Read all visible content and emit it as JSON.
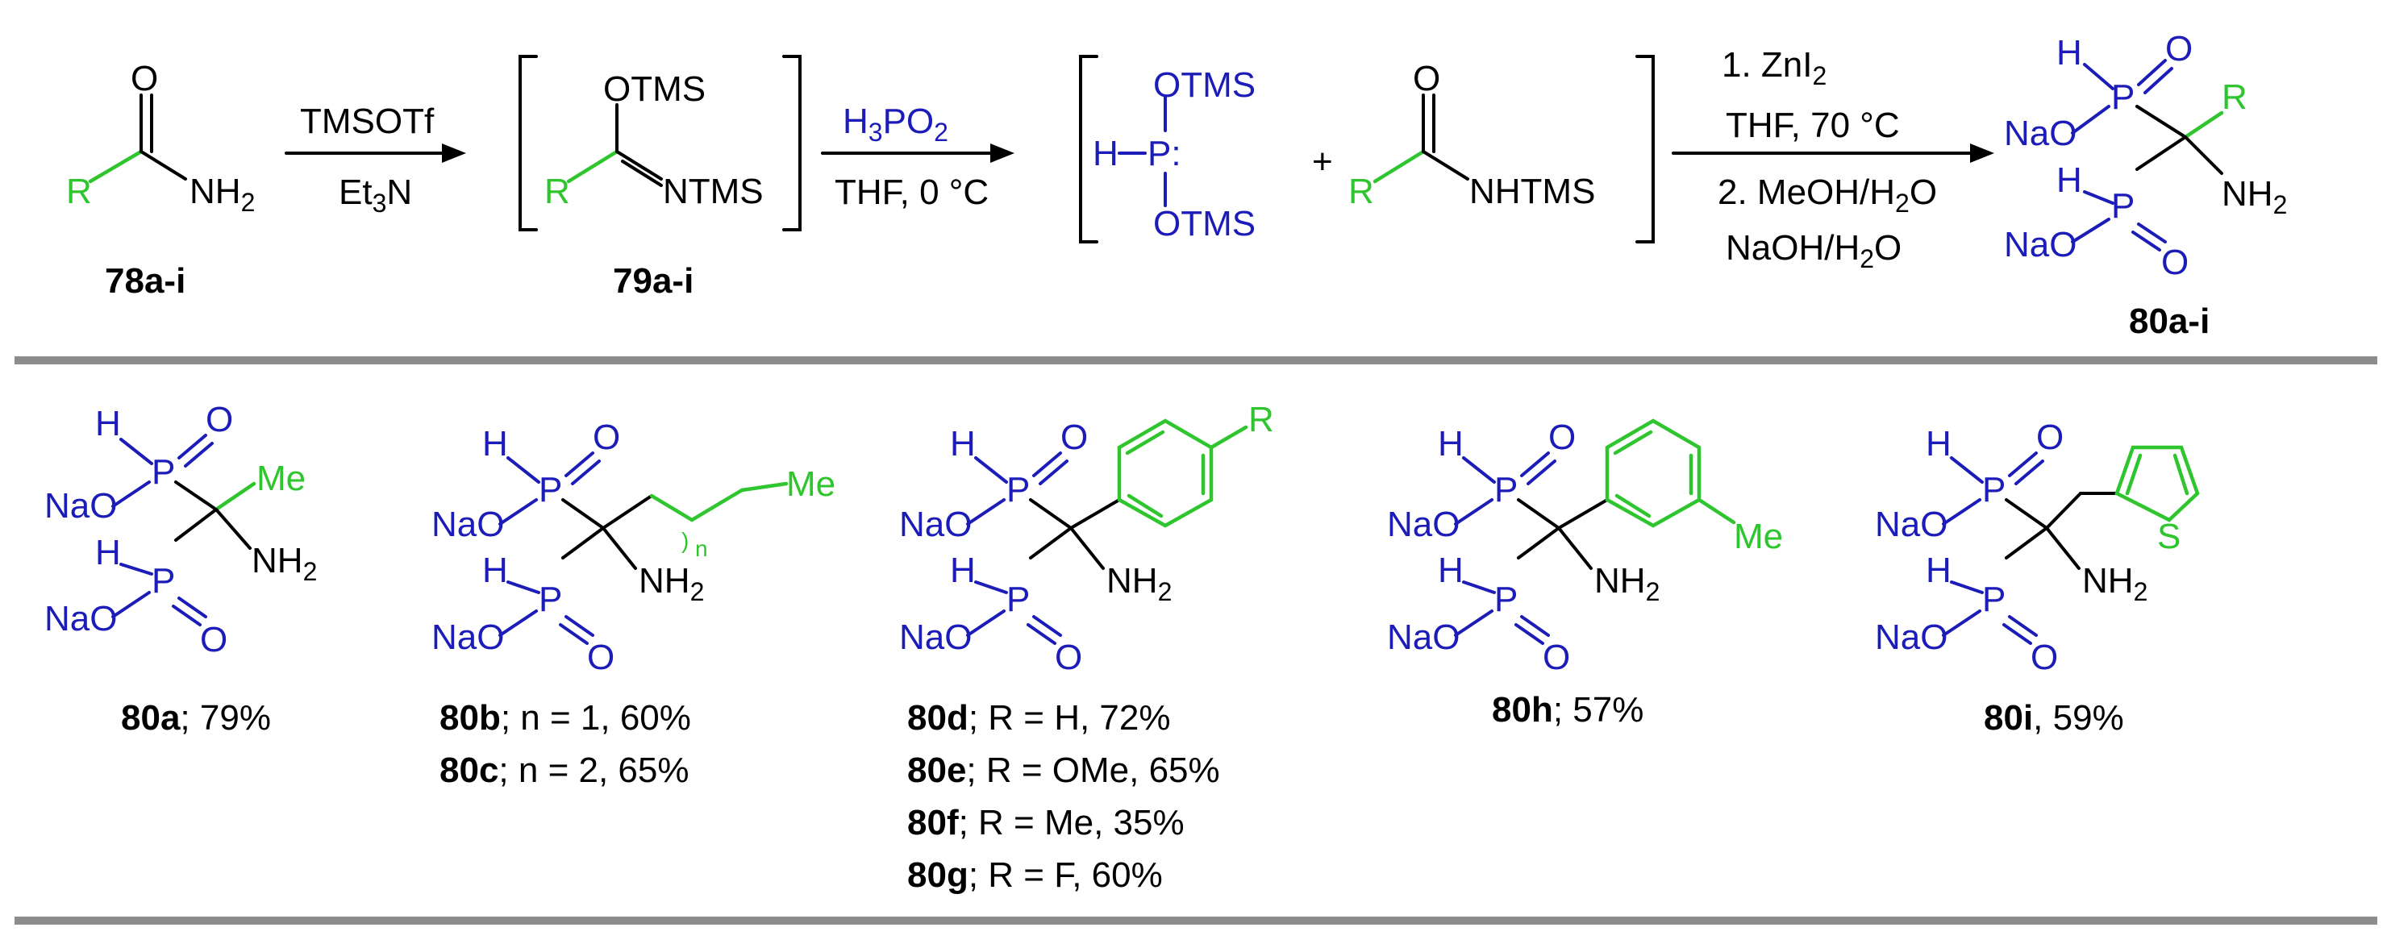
{
  "colors": {
    "phosphorus_core": "#1c1cb8",
    "substituent": "#2ec52e",
    "text": "#000000",
    "divider": "#8c8c8c"
  },
  "reaction": {
    "reagent1_top": "TMSOTf",
    "reagent1_bottom": "Et3N",
    "reagent2_top": "H3PO2",
    "reagent2_bottom": "THF, 0 °C",
    "reagent3_line1": "1. ZnI2",
    "reagent3_line2": "THF, 70 °C",
    "reagent3_line3": "2. MeOH/H2O",
    "reagent3_line4": "NaOH/H2O",
    "plus": "+"
  },
  "compounds": {
    "start": "78a-i",
    "intermediate": "79a-i",
    "product": "80a-i"
  },
  "yields": [
    {
      "id": "80a",
      "text": "; 79%"
    },
    {
      "id": "80b",
      "text": "; n = 1, 60%"
    },
    {
      "id": "80c",
      "text": "; n = 2, 65%"
    },
    {
      "id": "80d",
      "text": "; R = H, 72%"
    },
    {
      "id": "80e",
      "text": "; R = OMe, 65%"
    },
    {
      "id": "80f",
      "text": "; R = Me, 35%"
    },
    {
      "id": "80g",
      "text": "; R = F, 60%"
    },
    {
      "id": "80h",
      "text": "; 57%"
    },
    {
      "id": "80i",
      "text": ", 59%"
    }
  ]
}
